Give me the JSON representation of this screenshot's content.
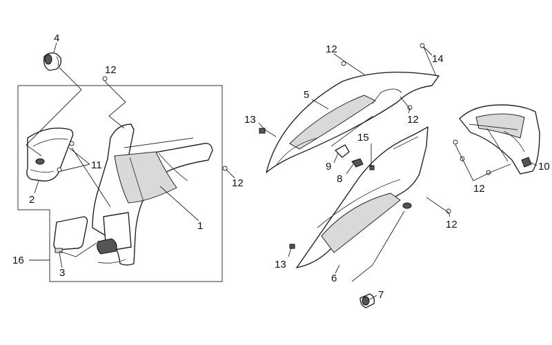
{
  "colors": {
    "line": "#222222",
    "shade": "#d9d9d9",
    "background": "#ffffff"
  },
  "labels": [
    {
      "id": "1",
      "text": "1"
    },
    {
      "id": "2",
      "text": "2"
    },
    {
      "id": "3",
      "text": "3"
    },
    {
      "id": "4",
      "text": "4"
    },
    {
      "id": "5",
      "text": "5"
    },
    {
      "id": "6",
      "text": "6"
    },
    {
      "id": "7",
      "text": "7"
    },
    {
      "id": "8",
      "text": "8"
    },
    {
      "id": "9",
      "text": "9"
    },
    {
      "id": "10",
      "text": "10"
    },
    {
      "id": "11",
      "text": "11"
    },
    {
      "id": "12a",
      "text": "12"
    },
    {
      "id": "12b",
      "text": "12"
    },
    {
      "id": "12c",
      "text": "12"
    },
    {
      "id": "12d",
      "text": "12"
    },
    {
      "id": "12e",
      "text": "12"
    },
    {
      "id": "12f",
      "text": "12"
    },
    {
      "id": "13a",
      "text": "13"
    },
    {
      "id": "13b",
      "text": "13"
    },
    {
      "id": "14",
      "text": "14"
    },
    {
      "id": "15",
      "text": "15"
    },
    {
      "id": "16",
      "text": "16"
    }
  ]
}
